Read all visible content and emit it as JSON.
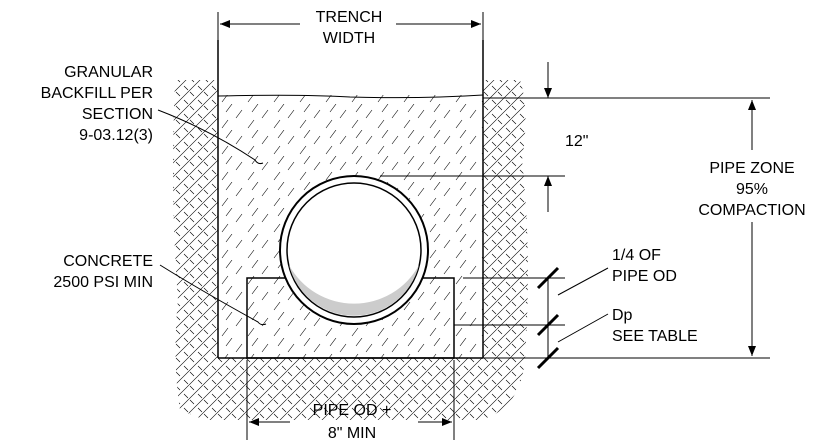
{
  "labels": {
    "trench_width_1": "TRENCH",
    "trench_width_2": "WIDTH",
    "backfill_1": "GRANULAR",
    "backfill_2": "BACKFILL PER",
    "backfill_3": "SECTION",
    "backfill_4": "9-03.12(3)",
    "cover": "12\"",
    "pipe_zone_1": "PIPE ZONE",
    "pipe_zone_2": "95%",
    "pipe_zone_3": "COMPACTION",
    "concrete_1": "CONCRETE",
    "concrete_2": "2500 PSI MIN",
    "quarter_od_1": "1/4 OF",
    "quarter_od_2": "PIPE OD",
    "dp_1": "Dp",
    "dp_2": "SEE TABLE",
    "pipe_od_1": "PIPE OD +",
    "pipe_od_2": "8\" MIN"
  },
  "colors": {
    "line": "#000000",
    "background": "#ffffff",
    "concrete": "#f2f2f2"
  }
}
